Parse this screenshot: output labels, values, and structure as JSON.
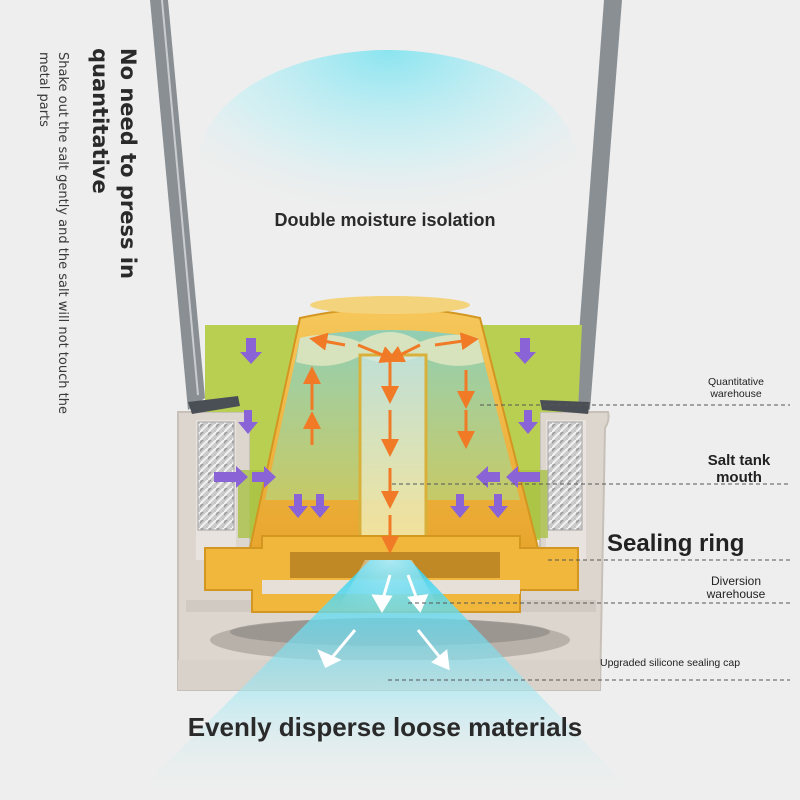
{
  "headline": {
    "line1": "No need to press in",
    "line2": "quantitative"
  },
  "subline": {
    "line1": "Shake out the salt gently and the salt will not touch the",
    "line2": "metal parts"
  },
  "labels": {
    "moisture": "Double moisture isolation",
    "quantitative_warehouse": [
      "Quantitative",
      "warehouse"
    ],
    "salt_tank_mouth": [
      "Salt tank",
      "mouth"
    ],
    "sealing_ring": "Sealing ring",
    "diversion_warehouse": [
      "Diversion",
      "warehouse"
    ],
    "silicone_cap": "Upgraded silicone sealing cap",
    "bottom_caption": "Evenly disperse loose materials"
  },
  "colors": {
    "background": "#eeeeee",
    "salt_green": "#b9cf52",
    "cap_yellow": "#f0b73c",
    "arrow_orange": "#f07a26",
    "arrow_purple": "#8a63d6",
    "cyan_glow": "#4fd3e6"
  }
}
